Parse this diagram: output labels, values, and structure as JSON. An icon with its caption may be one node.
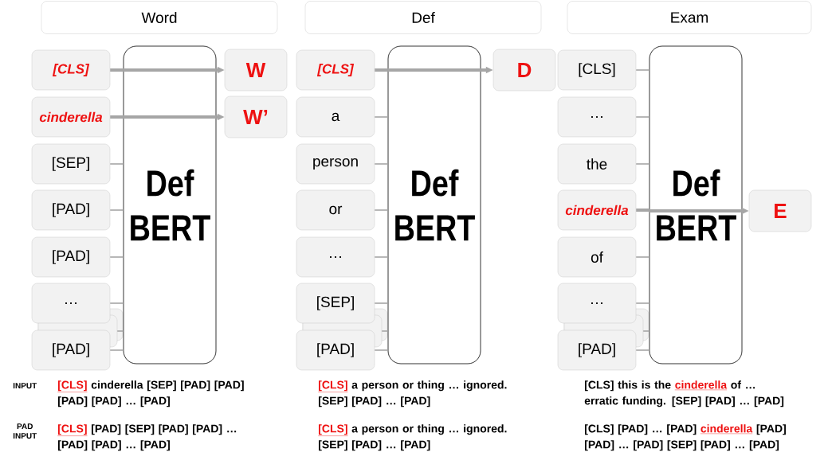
{
  "diagram": {
    "nodes": [
      {
        "text": [
          "Word"
        ]
      },
      {
        "text": [
          "Def"
        ]
      },
      {
        "text": [
          "Exam"
        ]
      },
      {
        "text": [
          "[CLS]"
        ]
      },
      {
        "text": [
          "cinderella"
        ]
      },
      {
        "text": [
          "[SEP]"
        ]
      },
      {
        "text": [
          "[PAD]"
        ]
      },
      {
        "text": [
          "[PAD]"
        ]
      },
      {
        "text": [
          "…"
        ]
      },
      {
        "text": [
          "[PAD]"
        ]
      },
      {
        "text": [],
        "shape": "box"
      },
      {
        "text": [],
        "shape": "box"
      },
      {
        "text": [
          "Def BERT"
        ]
      },
      {
        "text": [
          "W"
        ]
      },
      {
        "text": [
          "W’"
        ]
      },
      {
        "text": [
          "[CLS]"
        ]
      },
      {
        "text": [
          "a"
        ]
      },
      {
        "text": [
          "person"
        ]
      },
      {
        "text": [
          "or"
        ]
      },
      {
        "text": [
          "…"
        ]
      },
      {
        "text": [
          "[SEP]"
        ]
      },
      {
        "text": [
          "[PAD]"
        ]
      },
      {
        "text": [],
        "shape": "box"
      },
      {
        "text": [],
        "shape": "box"
      },
      {
        "text": [
          "Def BERT"
        ]
      },
      {
        "text": [
          "D"
        ]
      },
      {
        "text": [
          "[CLS]"
        ]
      },
      {
        "text": [
          "…"
        ]
      },
      {
        "text": [
          "the"
        ]
      },
      {
        "text": [
          "cinderella"
        ]
      },
      {
        "text": [
          "of"
        ]
      },
      {
        "text": [
          "…"
        ]
      },
      {
        "text": [
          "[PAD]"
        ]
      },
      {
        "text": [],
        "shape": "box"
      },
      {
        "text": [],
        "shape": "box"
      },
      {
        "text": [
          "Def BERT"
        ]
      },
      {
        "text": [
          "E"
        ]
      }
    ],
    "edges": [
      {
        "from": 3,
        "to": 12,
        "arrow": "none",
        "style": "thick"
      },
      {
        "from": 12,
        "to": 13,
        "arrow": "to",
        "style": "thick"
      },
      {
        "from": 4,
        "to": 12,
        "arrow": "none",
        "style": "thick"
      },
      {
        "from": 12,
        "to": 14,
        "arrow": "to",
        "style": "thick"
      },
      {
        "from": 5,
        "to": 12,
        "arrow": "none"
      },
      {
        "from": 6,
        "to": 12,
        "arrow": "none"
      },
      {
        "from": 7,
        "to": 12,
        "arrow": "none"
      },
      {
        "from": 8,
        "to": 12,
        "arrow": "none"
      },
      {
        "from": 11,
        "to": 12,
        "arrow": "none"
      },
      {
        "from": 9,
        "to": 12,
        "arrow": "none"
      },
      {
        "from": 15,
        "to": 24,
        "arrow": "none",
        "style": "thick"
      },
      {
        "from": 24,
        "to": 25,
        "arrow": "to",
        "style": "thick"
      },
      {
        "from": 16,
        "to": 24,
        "arrow": "none"
      },
      {
        "from": 17,
        "to": 24,
        "arrow": "none"
      },
      {
        "from": 18,
        "to": 24,
        "arrow": "none"
      },
      {
        "from": 19,
        "to": 24,
        "arrow": "none"
      },
      {
        "from": 20,
        "to": 24,
        "arrow": "none"
      },
      {
        "from": 23,
        "to": 24,
        "arrow": "none"
      },
      {
        "from": 21,
        "to": 24,
        "arrow": "none"
      },
      {
        "from": 26,
        "to": 35,
        "arrow": "none"
      },
      {
        "from": 27,
        "to": 35,
        "arrow": "none"
      },
      {
        "from": 28,
        "to": 35,
        "arrow": "none"
      },
      {
        "from": 29,
        "to": 35,
        "arrow": "none",
        "style": "thick"
      },
      {
        "from": 35,
        "to": 36,
        "arrow": "to",
        "style": "thick"
      },
      {
        "from": 30,
        "to": 35,
        "arrow": "none"
      },
      {
        "from": 31,
        "to": 35,
        "arrow": "none"
      },
      {
        "from": 34,
        "to": 35,
        "arrow": "none"
      },
      {
        "from": 32,
        "to": 35,
        "arrow": "none"
      }
    ],
    "labels": [
      "INPUT",
      "[CLS]",
      "cinderella [SEP] [PAD] [PAD] [PAD] [PAD] … [PAD]",
      "[CLS]",
      "a person or thing … ignored. [SEP] [PAD] … [PAD]",
      "[CLS] this is the",
      "cinderella",
      "of … erratic funding. [SEP] [PAD] … [PAD]",
      "PAD INPUT",
      "[CLS]",
      "[PAD] [SEP] [PAD] [PAD] … [PAD] [PAD] … [PAD]",
      "[CLS]",
      "a person or thing … ignored. [SEP] [PAD] … [PAD]",
      "[CLS] [PAD] … [PAD]",
      "cinderella",
      "[PAD] [PAD] … [PAD] [SEP] [PAD] … [PAD]"
    ]
  }
}
